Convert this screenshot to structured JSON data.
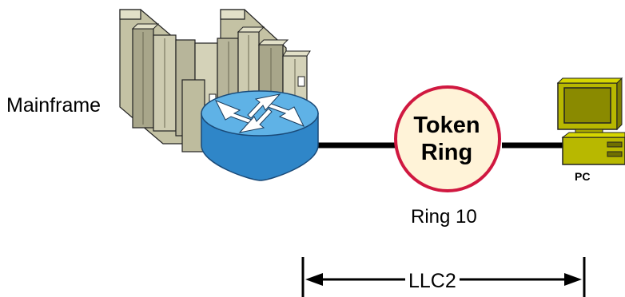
{
  "diagram": {
    "mainframe_label": "Mainframe",
    "ring": {
      "line1": "Token",
      "line2": "Ring",
      "id_label": "Ring 10"
    },
    "pc_label": "PC",
    "span_label": "LLC2"
  },
  "colors": {
    "ring_outline": "#d01840",
    "ring_fill": "#fff3d8",
    "router_blue": "#2f86c8",
    "router_top": "#5fb2e6",
    "mainframe_beige": "#c4c2a4",
    "pc_screen": "#8a8a00",
    "pc_body": "#b8b800",
    "line": "#000000"
  },
  "icons": [
    "mainframe-icon",
    "router-icon",
    "pc-icon",
    "arrow-left-icon",
    "arrow-right-icon"
  ]
}
